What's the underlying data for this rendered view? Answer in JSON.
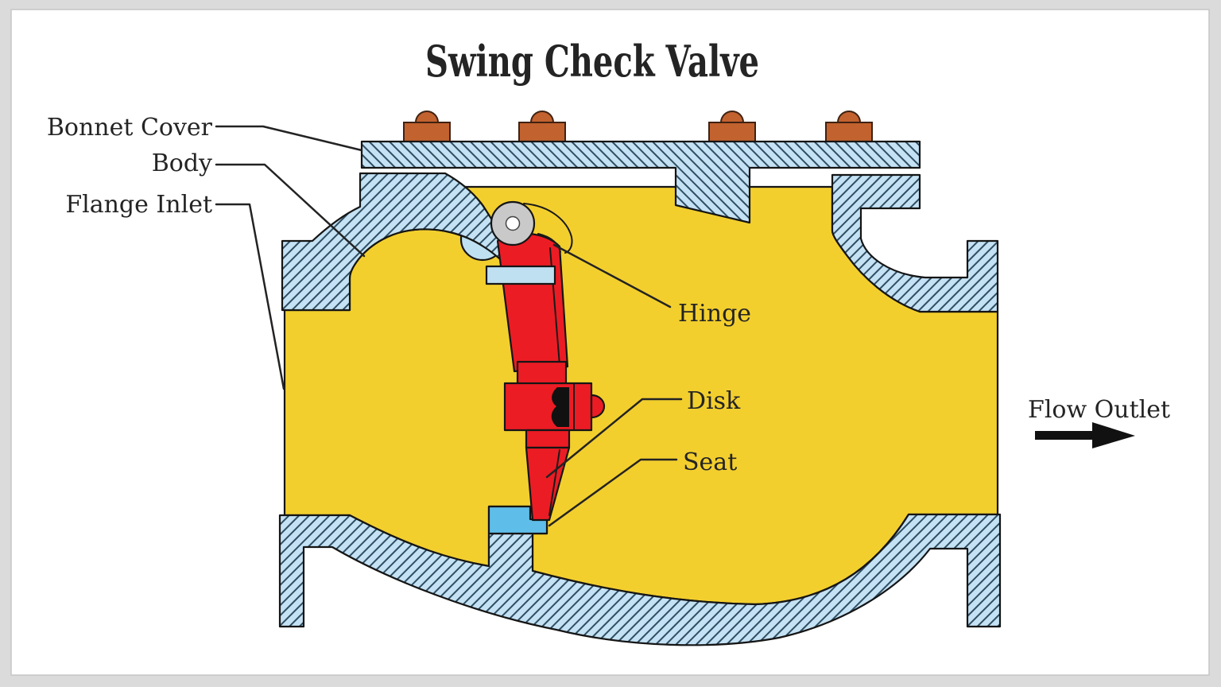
{
  "title": "Swing Check Valve",
  "labels": {
    "bonnet_cover": "Bonnet Cover",
    "body": "Body",
    "flange_inlet": "Flange Inlet",
    "hinge": "Hinge",
    "disk": "Disk",
    "seat": "Seat",
    "flow_outlet": "Flow Outlet"
  },
  "colors": {
    "page_bg": "#DBDBDB",
    "canvas_bg": "#FFFFFF",
    "fluid_yellow": "#F3CF2E",
    "metal_hatch_bg": "#C5E2F4",
    "metal_hatch_line": "#2E4E63",
    "disk_red": "#EC1C24",
    "seat_blue": "#5FBDE9",
    "boss_lightblue": "#BFE0F1",
    "bolt_brown": "#C2622F",
    "pin_gray": "#C9C9C9",
    "outline_ink": "#151515",
    "text_ink": "#242424"
  }
}
